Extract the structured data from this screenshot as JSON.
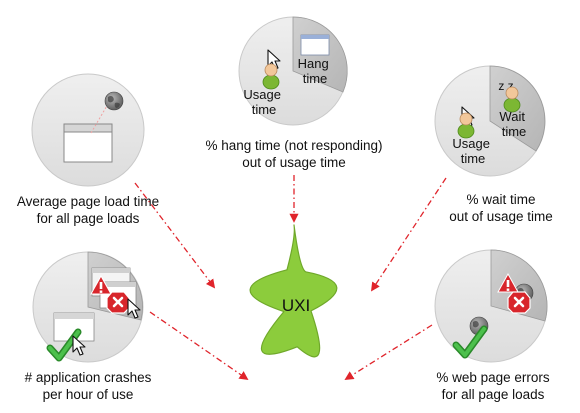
{
  "center": {
    "label": "UXI",
    "fill": "#8ccc3c",
    "stroke": "#6fa82a"
  },
  "connector_color": "#e0242b",
  "disc_fill": "#e4e4e4",
  "inner_labels": {
    "usage": [
      "Usage",
      "time"
    ],
    "hang": [
      "Hang",
      "time"
    ],
    "wait": [
      "Wait",
      "time"
    ],
    "zz": "z z"
  },
  "metrics": {
    "page_load": {
      "lines": [
        "Average page load time",
        "for all page loads"
      ]
    },
    "hang_time": {
      "lines": [
        "% hang time (not responding)",
        "out of usage time"
      ]
    },
    "wait_time": {
      "lines": [
        "% wait time",
        "out of usage time"
      ]
    },
    "crashes": {
      "lines": [
        "# application crashes",
        "per hour of use"
      ]
    },
    "web_errors": {
      "lines": [
        "% web page errors",
        "for all page loads"
      ]
    }
  },
  "icons": {
    "globe": "globe-icon",
    "browser": "browser-window-icon",
    "cursor": "cursor-arrow-icon",
    "user": "user-icon",
    "error": "error-x-icon",
    "warning": "warning-triangle-icon",
    "check": "green-check-icon"
  }
}
